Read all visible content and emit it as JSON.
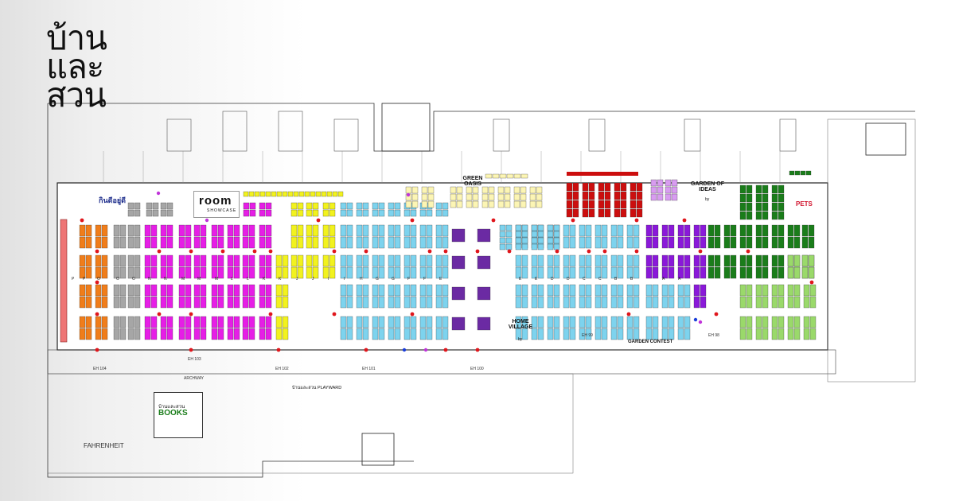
{
  "brand": {
    "lines": [
      "บ้าน",
      "และ",
      "สวน"
    ]
  },
  "zones": {
    "room": {
      "logo": "room",
      "sub": "SHOWCASE"
    },
    "kinti": {
      "logo": "กินดีอยู่ดี"
    },
    "green_oasis": "GREEN OASIS",
    "garden_of_ideas": "GARDEN OF IDEAS",
    "garden_of_ideas_by": "by",
    "pets": "PETS",
    "home_village": "HOME VILLAGE",
    "home_village_by": "by",
    "garden_contest": "GARDEN CONTEST",
    "playward": "บ้านและสวน PLAYWARD",
    "books": {
      "th": "บ้านและสวน",
      "en": "BOOKS"
    },
    "fahrenheit": "FAHRENHEIT",
    "archway": "ARCHWAY"
  },
  "entrances": [
    "EH 104",
    "EH 103",
    "EH 102",
    "EH 101",
    "EH 100",
    "EH 99",
    "EH 98"
  ],
  "row_letters": [
    "P",
    "P",
    "O",
    "O",
    "O",
    "N",
    "N",
    "M",
    "M",
    "M",
    "L",
    "L",
    "K",
    "K",
    "J",
    "J",
    "I",
    "I",
    "H",
    "G",
    "G",
    "F",
    "F",
    "E",
    "E",
    "E",
    "D",
    "D",
    "C",
    "C",
    "B",
    "B",
    "A",
    "A"
  ],
  "booth_colors": {
    "orange": "#f07d1a",
    "gray": "#a6a6a6",
    "magenta": "#e61ee6",
    "yellow": "#f2f21e",
    "light_yellow": "#fcf5b4",
    "cyan": "#7dd3ee",
    "red": "#cc0e0e",
    "lavender": "#d89cf0",
    "purple": "#8a19d9",
    "green": "#1a7d1a",
    "light_green": "#9ad96a",
    "pink_strip": "#ee7575"
  }
}
